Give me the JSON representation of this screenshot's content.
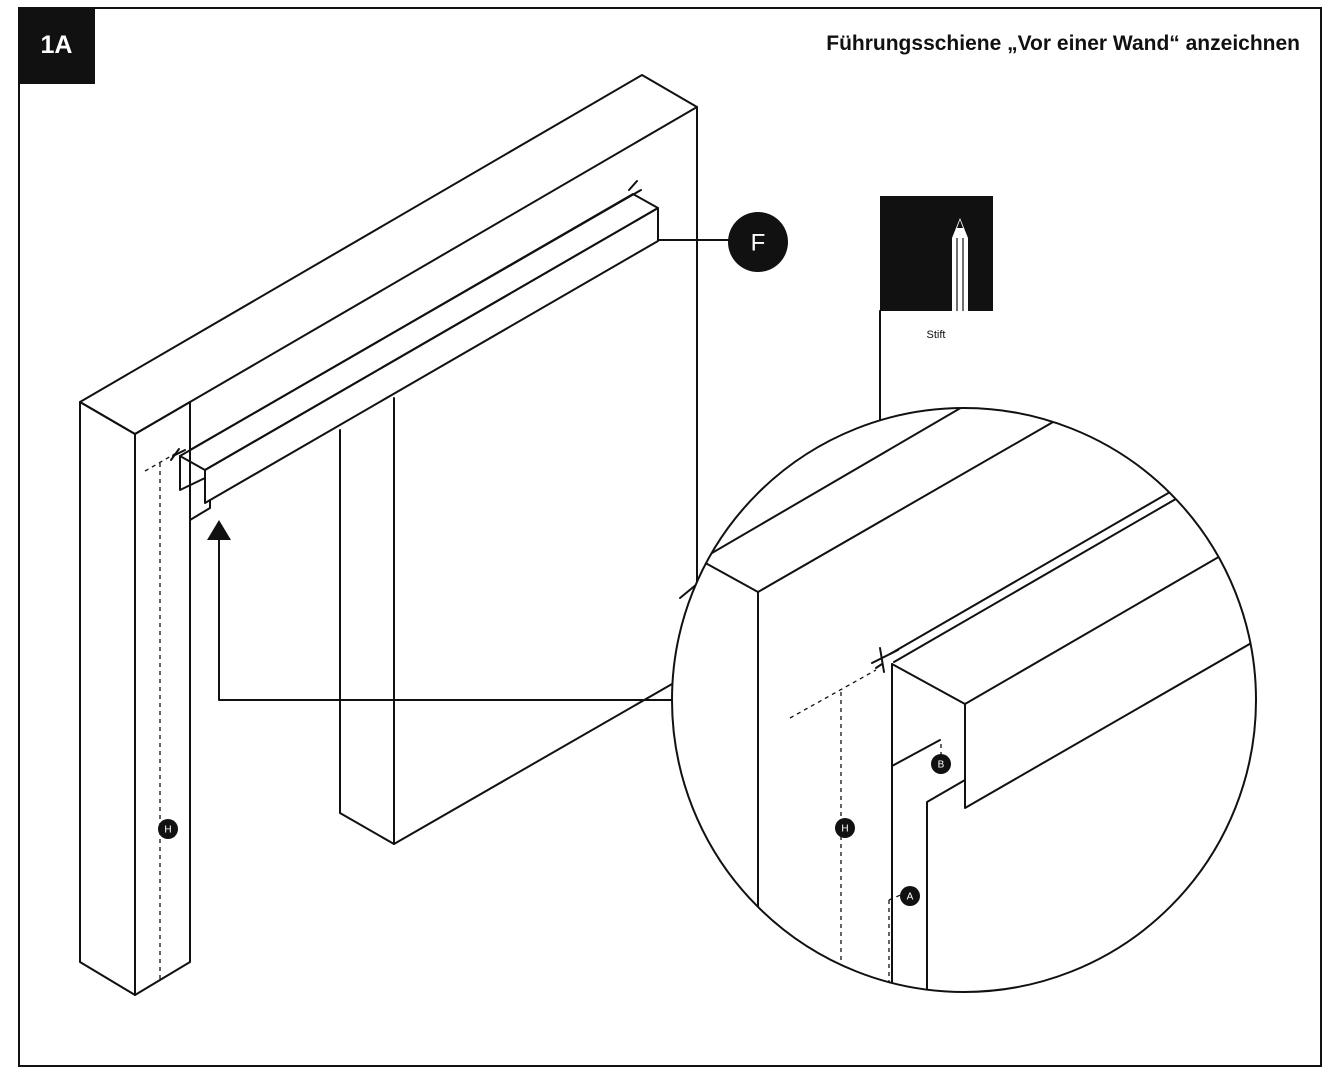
{
  "step": {
    "label": "1A"
  },
  "title": "Führungsschiene „Vor einer Wand“ anzeichnen",
  "tool": {
    "label": "Stift",
    "icon": "pencil-icon"
  },
  "markers": {
    "F": "F",
    "H": "H",
    "A": "A",
    "B": "B"
  },
  "colors": {
    "ink": "#111111",
    "background": "#ffffff"
  }
}
